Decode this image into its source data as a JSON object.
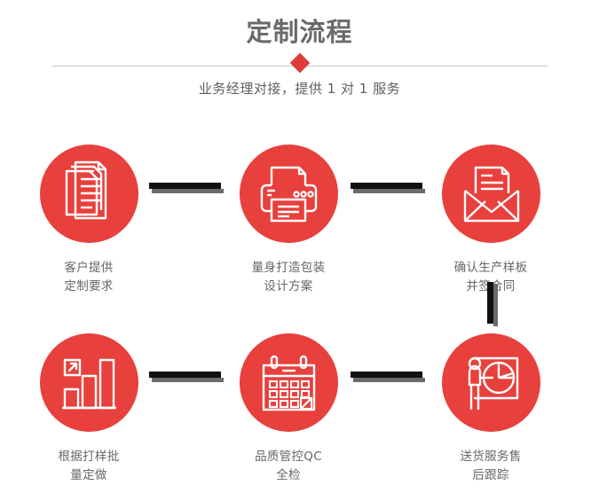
{
  "header": {
    "title": "定制流程",
    "subtitle": "业务经理对接，提供 1 对 1 服务",
    "divider_icon": "diamond-bullet",
    "accent_color": "#e8403c",
    "title_color": "#6a6a6a",
    "divider_color": "#c9c9c9"
  },
  "flow": {
    "connector_color": "#111111",
    "connector_shadow_color": "#6b6b6b",
    "steps": [
      {
        "id": "step-1",
        "icon": "documents-stack-icon",
        "label": "客户提供\n定制要求"
      },
      {
        "id": "step-2",
        "icon": "printer-icon",
        "label": "量身打造包装\n设计方案"
      },
      {
        "id": "step-3",
        "icon": "envelope-document-icon",
        "label": "确认生产样板\n并签合同"
      },
      {
        "id": "step-4",
        "icon": "bar-chart-growth-icon",
        "label": "根据打样批\n量定做"
      },
      {
        "id": "step-5",
        "icon": "calendar-icon",
        "label": "品质管控QC\n全检"
      },
      {
        "id": "step-6",
        "icon": "presenter-pie-chart-icon",
        "label": "送货服务售\n后跟踪"
      }
    ]
  }
}
